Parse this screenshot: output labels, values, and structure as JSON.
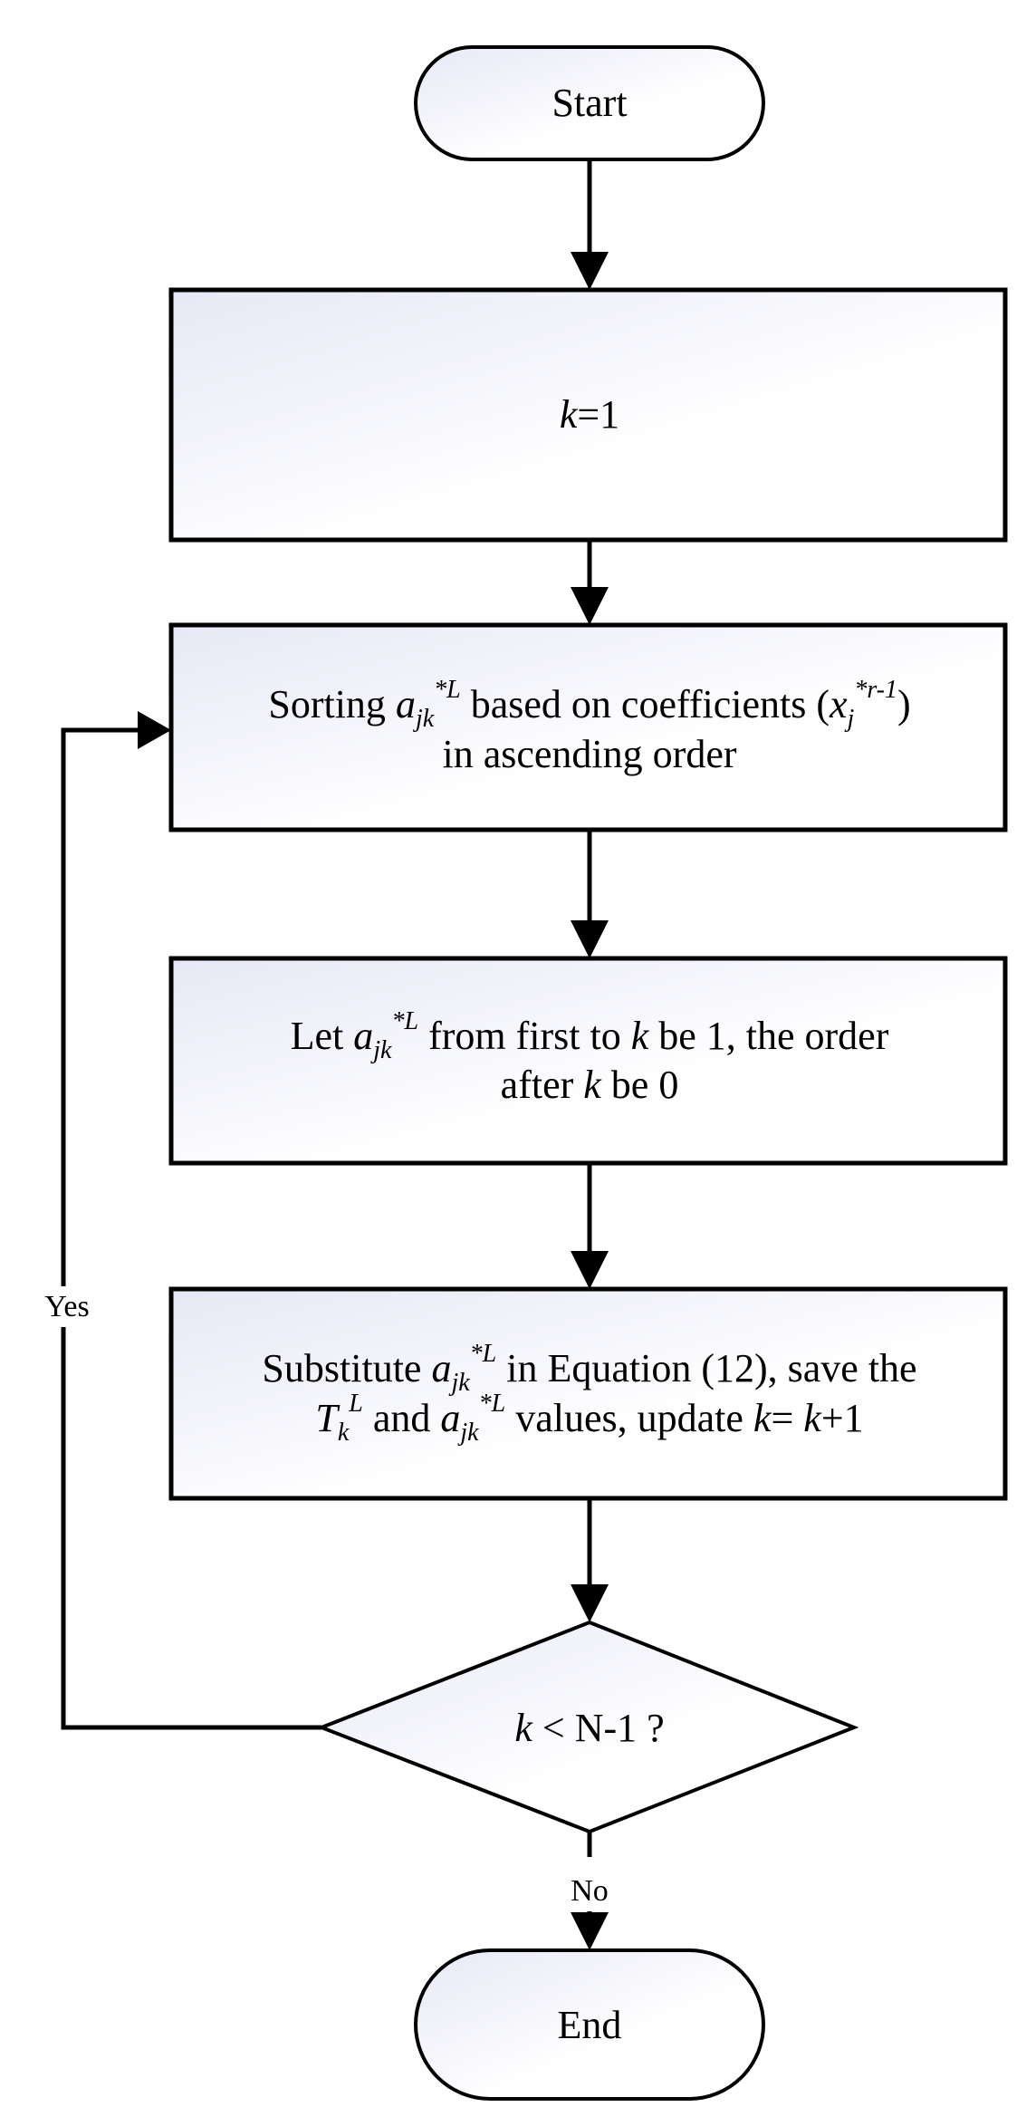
{
  "flowchart": {
    "start": "Start",
    "init": {
      "var": "k",
      "rest": "=1"
    },
    "sort": {
      "line1_a": "Sorting ",
      "sym": "a",
      "sub": "jk",
      "sup": "*L",
      "line1_b": " based on coefficients (",
      "sym2": "x",
      "sub2": "j",
      "sup2": "*r-1",
      "line1_c": ")",
      "line2": "in ascending order"
    },
    "let": {
      "line1_a": "Let ",
      "sym": "a",
      "sub": "jk",
      "sup": "*L",
      "line1_b": " from first to ",
      "k": "k",
      "line1_c": " be 1, the order",
      "line2_a": "after ",
      "line2_b": " be 0"
    },
    "substitute": {
      "line1_a": "Substitute ",
      "sym": "a",
      "sub": "jk",
      "sup": "*L",
      "line1_b": " in Equation (12), save the",
      "T": "T",
      "T_sub": "k",
      "T_sup": "L",
      "line2_a": " and ",
      "line2_b": " values, update ",
      "k": "k",
      "line2_c": "= ",
      "line2_d": "+1"
    },
    "decision": {
      "var": "k",
      "rest": " < N-1 ?"
    },
    "yes": "Yes",
    "no": "No",
    "end": "End"
  },
  "colors": {
    "stroke": "#000000",
    "fill_start": "#e6e8f5",
    "fill_end": "#ffffff"
  }
}
